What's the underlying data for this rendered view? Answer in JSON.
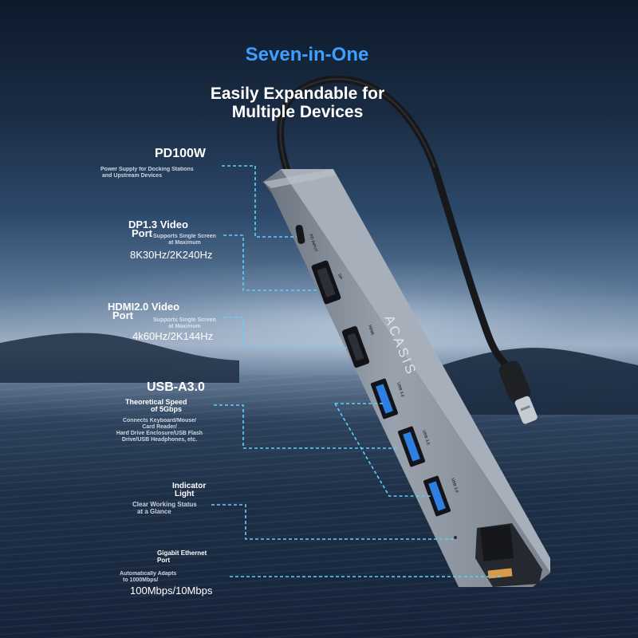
{
  "title": "Seven-in-One",
  "subtitle_line1": "Easily Expandable for",
  "subtitle_line2": "Multiple Devices",
  "brand": "ACASIS",
  "features": {
    "pd": {
      "title": "PD100W",
      "desc_line1": "Power Supply for Docking Stations",
      "desc_line2": "and Upstream Devices",
      "port_label": "PD INPUT"
    },
    "dp": {
      "title_line1": "DP1.3 Video",
      "title_line2": "Port",
      "desc_line1": "Supports Single Screen",
      "desc_line2": "at Maximum",
      "spec": "8K30Hz/2K240Hz",
      "port_label": "DP"
    },
    "hdmi": {
      "title_line1": "HDMI2.0 Video",
      "title_line2": "Port",
      "desc_line1": "Supports Single Screen",
      "desc_line2": "at Maximum",
      "spec": "4k60Hz/2K144Hz",
      "port_label": "HDMI"
    },
    "usb": {
      "title": "USB-A3.0",
      "sub_line1": "Theoretical Speed",
      "sub_line2": "of 5Gbps",
      "desc_line1": "Connects Keyboard/Mouse/",
      "desc_line2": "Card Reader/",
      "desc_line3": "Hard Drive Enclosure/USB Flash",
      "desc_line4": "Drive/USB Headphones, etc.",
      "port_label": "USB 3.0"
    },
    "indicator": {
      "title_line1": "Indicator",
      "title_line2": "Light",
      "desc_line1": "Clear Working Status",
      "desc_line2": "at a Glance"
    },
    "ethernet": {
      "title_line1": "Gigabit Ethernet",
      "title_line2": "Port",
      "desc_line1": "Automatically Adapts",
      "desc_line2": "to 1000Mbps/",
      "spec": "100Mbps/10Mbps"
    }
  },
  "colors": {
    "title_blue": "#3d9fff",
    "callout_cyan": "#5fd0ff",
    "hub_body": "#8b939e"
  }
}
